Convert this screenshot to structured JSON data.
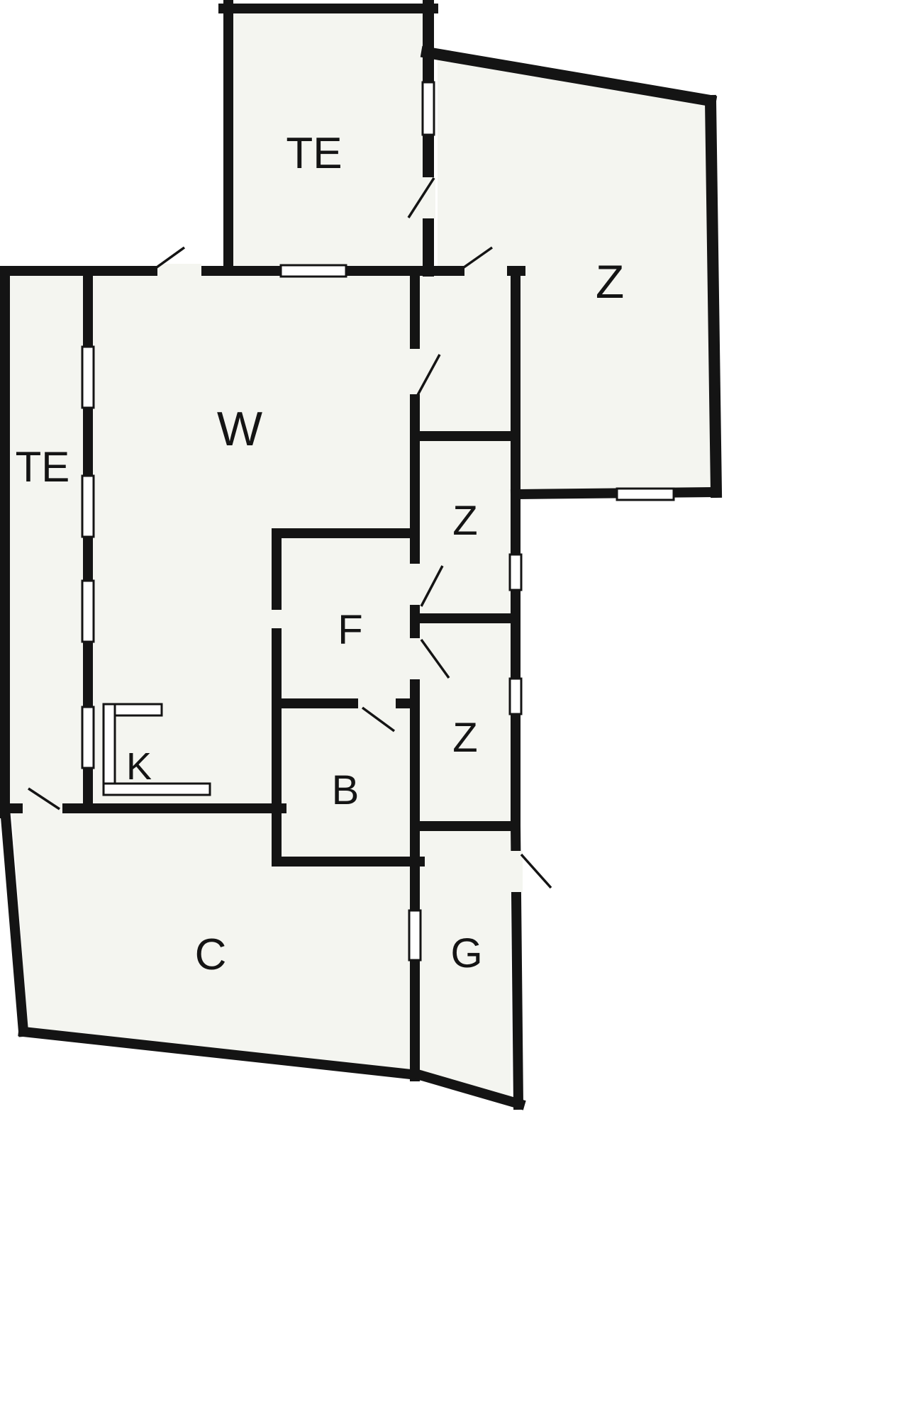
{
  "diagram": {
    "type": "floor-plan",
    "rooms": {
      "te_top": {
        "label": "TE"
      },
      "z_main": {
        "label": "Z"
      },
      "te_left": {
        "label": "TE"
      },
      "w": {
        "label": "W"
      },
      "z_mid": {
        "label": "Z"
      },
      "f": {
        "label": "F"
      },
      "z_low": {
        "label": "Z"
      },
      "k": {
        "label": "K"
      },
      "b": {
        "label": "B"
      },
      "c": {
        "label": "C"
      },
      "g": {
        "label": "G"
      }
    }
  },
  "colors": {
    "wall": "#141414",
    "floor": "#f4f5f0",
    "window_fill": "#ffffff",
    "background": "#ffffff"
  }
}
